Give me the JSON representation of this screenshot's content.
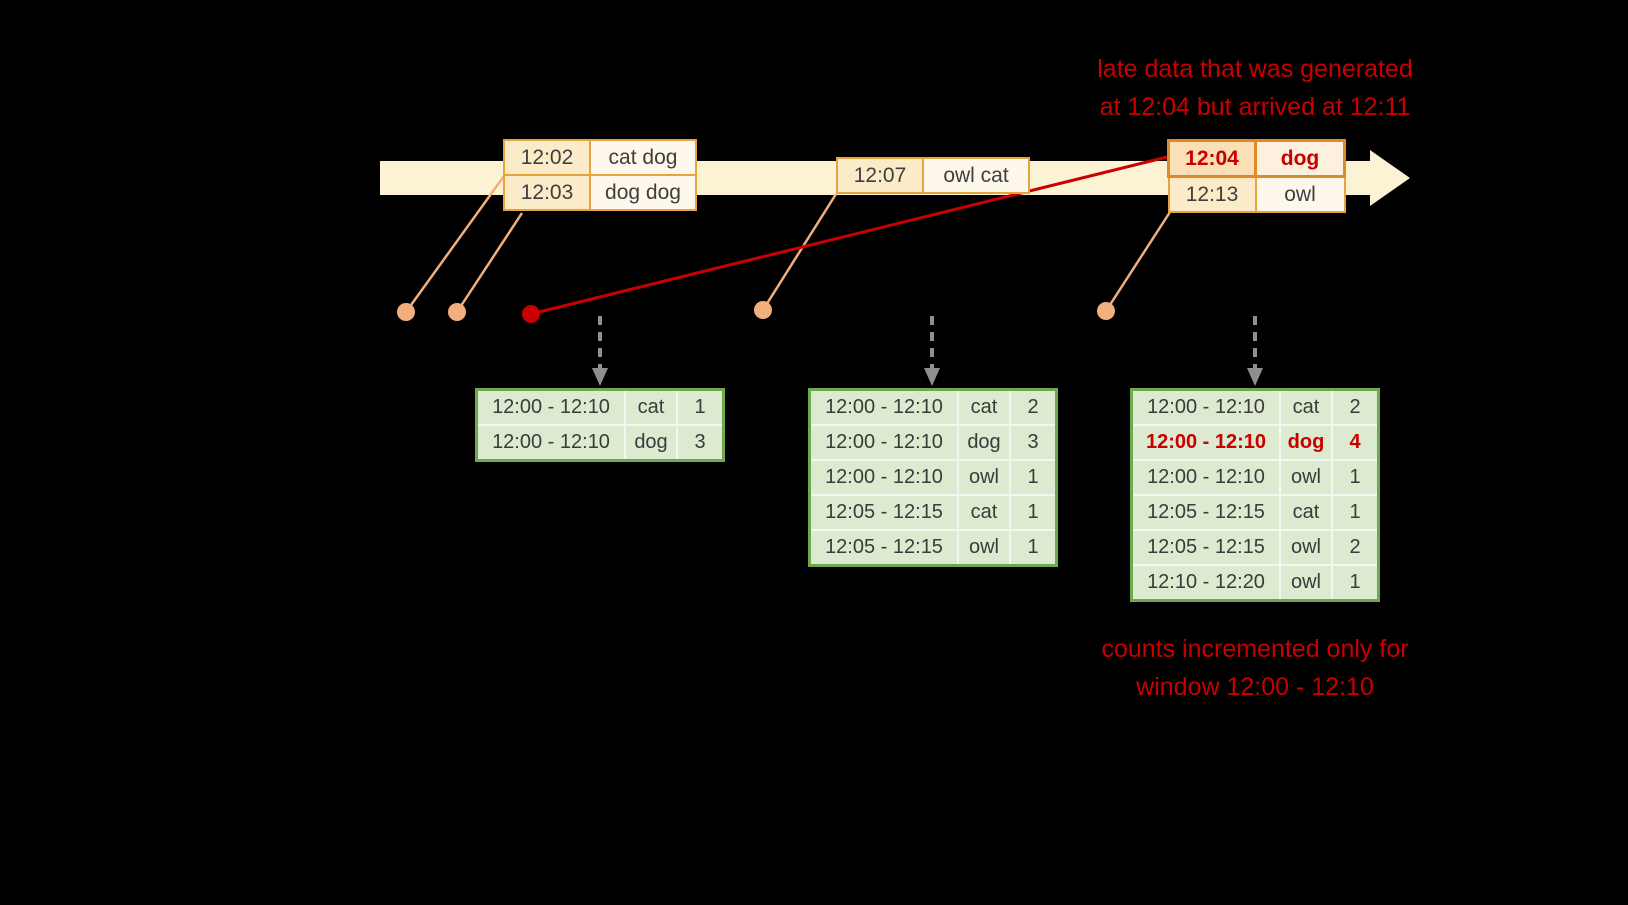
{
  "annotations": {
    "late": {
      "line1": "late data that was generated",
      "line2": "at 12:04 but arrived at 12:11"
    },
    "counts": {
      "line1": "counts incremented only for",
      "line2": "window 12:00 - 12:10"
    }
  },
  "event_tables": {
    "t1": {
      "rows": [
        {
          "time": "12:02",
          "words": "cat dog"
        },
        {
          "time": "12:03",
          "words": "dog dog"
        }
      ]
    },
    "t2": {
      "rows": [
        {
          "time": "12:07",
          "words": "owl cat"
        }
      ]
    },
    "t3": {
      "rows": [
        {
          "time": "12:04",
          "words": "dog"
        },
        {
          "time": "12:13",
          "words": "owl"
        }
      ]
    }
  },
  "result_tables": {
    "r1": {
      "rows": [
        {
          "window": "12:00 - 12:10",
          "word": "cat",
          "count": "1"
        },
        {
          "window": "12:00 - 12:10",
          "word": "dog",
          "count": "3"
        }
      ]
    },
    "r2": {
      "rows": [
        {
          "window": "12:00 - 12:10",
          "word": "cat",
          "count": "2"
        },
        {
          "window": "12:00 - 12:10",
          "word": "dog",
          "count": "3"
        },
        {
          "window": "12:00 - 12:10",
          "word": "owl",
          "count": "1"
        },
        {
          "window": "12:05 - 12:15",
          "word": "cat",
          "count": "1"
        },
        {
          "window": "12:05 - 12:15",
          "word": "owl",
          "count": "1"
        }
      ]
    },
    "r3": {
      "rows": [
        {
          "window": "12:00 - 12:10",
          "word": "cat",
          "count": "2"
        },
        {
          "window": "12:00 - 12:10",
          "word": "dog",
          "count": "4"
        },
        {
          "window": "12:00 - 12:10",
          "word": "owl",
          "count": "1"
        },
        {
          "window": "12:05 - 12:15",
          "word": "cat",
          "count": "1"
        },
        {
          "window": "12:05 - 12:15",
          "word": "owl",
          "count": "2"
        },
        {
          "window": "12:10 - 12:20",
          "word": "owl",
          "count": "1"
        }
      ]
    }
  },
  "colors": {
    "annotation_red": "#c80000",
    "event_border_orange": "#e7a33c",
    "late_border_orange": "#df8a28",
    "timeline_cream": "#fcf3d4",
    "dot_salmon": "#f1af7e",
    "result_border_green": "#6fa84e",
    "result_cell_green": "#dcead0"
  }
}
